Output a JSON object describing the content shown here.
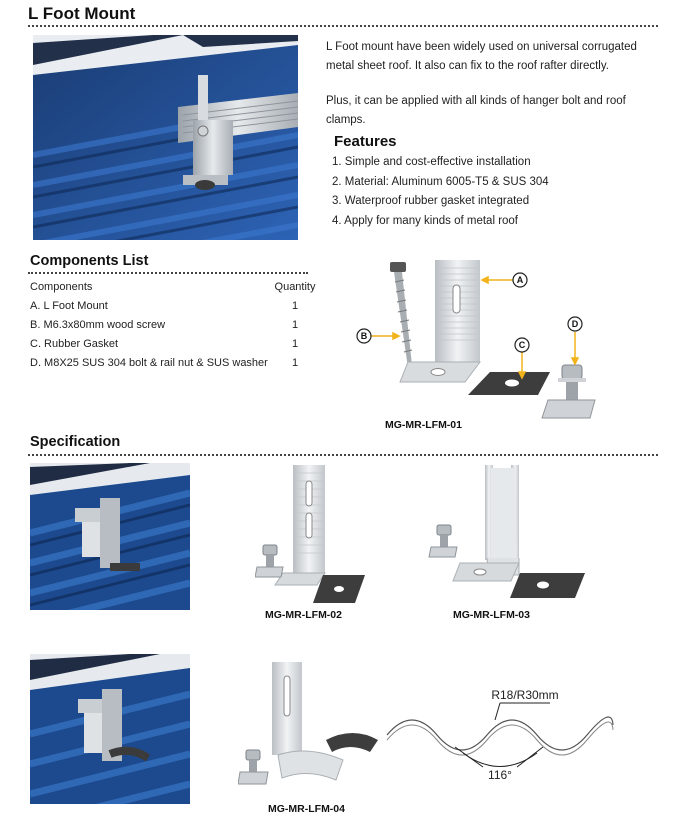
{
  "header": {
    "title": "L Foot Mount"
  },
  "intro": {
    "paragraph1": "L Foot mount have been widely used on universal corrugated metal sheet roof. It also can fix to the roof rafter directly.",
    "paragraph2": "Plus, it can be applied with all kinds of hanger bolt and roof clamps."
  },
  "features": {
    "title": "Features",
    "items": [
      "1. Simple and cost-effective installation",
      "2. Material: Aluminum 6005-T5 & SUS 304",
      "3. Waterproof rubber gasket integrated",
      "4. Apply for many kinds of metal roof"
    ]
  },
  "components": {
    "title": "Components List",
    "header": {
      "name": "Components",
      "qty": "Quantity"
    },
    "rows": [
      {
        "name": "A. L Foot Mount",
        "qty": "1"
      },
      {
        "name": "B. M6.3x80mm wood screw",
        "qty": "1"
      },
      {
        "name": "C. Rubber Gasket",
        "qty": "1"
      },
      {
        "name": "D. M8X25 SUS 304 bolt & rail nut & SUS washer",
        "qty": "1"
      }
    ],
    "callouts": [
      "A",
      "B",
      "C",
      "D"
    ],
    "model": "MG-MR-LFM-01"
  },
  "specification": {
    "title": "Specification",
    "models": [
      "MG-MR-LFM-02",
      "MG-MR-LFM-03",
      "MG-MR-LFM-04"
    ],
    "radius_label": "R18/R30mm",
    "angle_label": "116°"
  },
  "colors": {
    "accent": "#f2b21a",
    "roof_blue": "#1f4f96"
  }
}
